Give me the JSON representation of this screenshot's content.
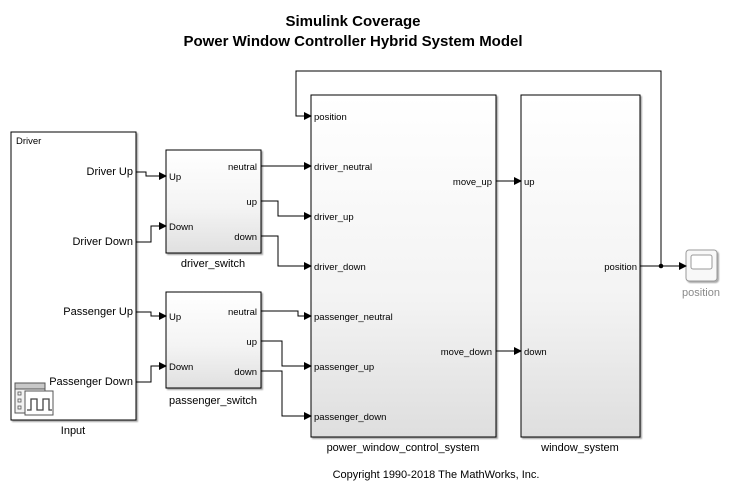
{
  "title": {
    "line1": "Simulink Coverage",
    "line2": "Power Window Controller Hybrid System Model"
  },
  "input_block": {
    "header": "Driver",
    "outputs": [
      "Driver Up",
      "Driver Down",
      "Passenger Up",
      "Passenger Down"
    ],
    "label": "Input",
    "icon": "signal-builder-icon"
  },
  "driver_switch": {
    "label": "driver_switch",
    "inputs": [
      "Up",
      "Down"
    ],
    "outputs": [
      "neutral",
      "up",
      "down"
    ]
  },
  "passenger_switch": {
    "label": "passenger_switch",
    "inputs": [
      "Up",
      "Down"
    ],
    "outputs": [
      "neutral",
      "up",
      "down"
    ]
  },
  "control_system": {
    "label": "power_window_control_system",
    "inputs": [
      "position",
      "driver_neutral",
      "driver_up",
      "driver_down",
      "passenger_neutral",
      "passenger_up",
      "passenger_down"
    ],
    "outputs": [
      "move_up",
      "move_down"
    ]
  },
  "window_system": {
    "label": "window_system",
    "inputs": [
      "up",
      "down"
    ],
    "outputs": [
      "position"
    ]
  },
  "scope": {
    "label": "position",
    "icon": "scope-icon"
  },
  "copyright": "Copyright 1990-2018 The MathWorks, Inc.",
  "colors": {
    "line": "#000000",
    "block_border": "#000000",
    "block_gradient_top": "#ffffff",
    "block_gradient_bottom": "#e2e2e2",
    "scope_label": "#8a8a8a",
    "scope_border": "#9a9a9a"
  }
}
